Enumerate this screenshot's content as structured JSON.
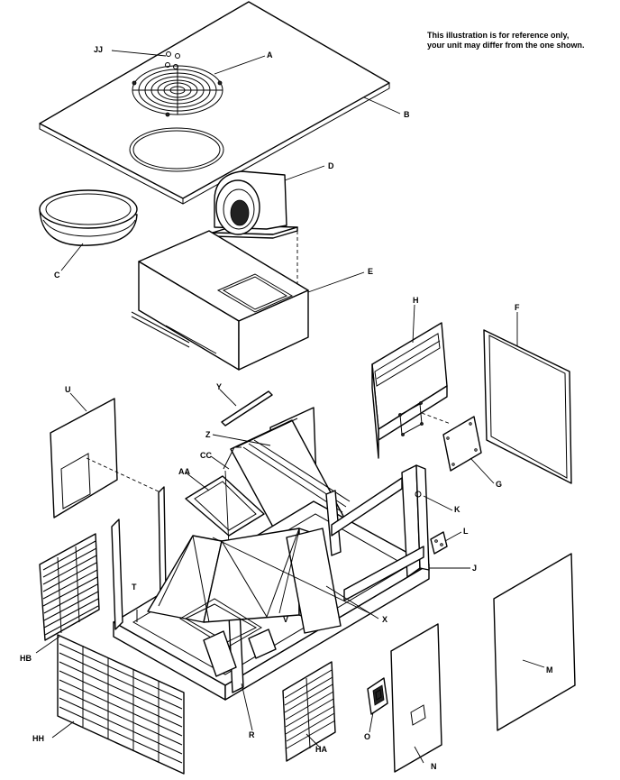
{
  "note": {
    "line1": "This illustration is for reference only,",
    "line2": "your unit may differ from the one shown."
  },
  "labels": {
    "JJ": "JJ",
    "A": "A",
    "B": "B",
    "C": "C",
    "D": "D",
    "E": "E",
    "F": "F",
    "G": "G",
    "H": "H",
    "J": "J",
    "K": "K",
    "L": "L",
    "M": "M",
    "N": "N",
    "O": "O",
    "R": "R",
    "T": "T",
    "U": "U",
    "V": "V",
    "X": "X",
    "Y": "Y",
    "Z": "Z",
    "AA": "AA",
    "CC": "CC",
    "HA": "HA",
    "HB": "HB",
    "HH": "HH"
  }
}
